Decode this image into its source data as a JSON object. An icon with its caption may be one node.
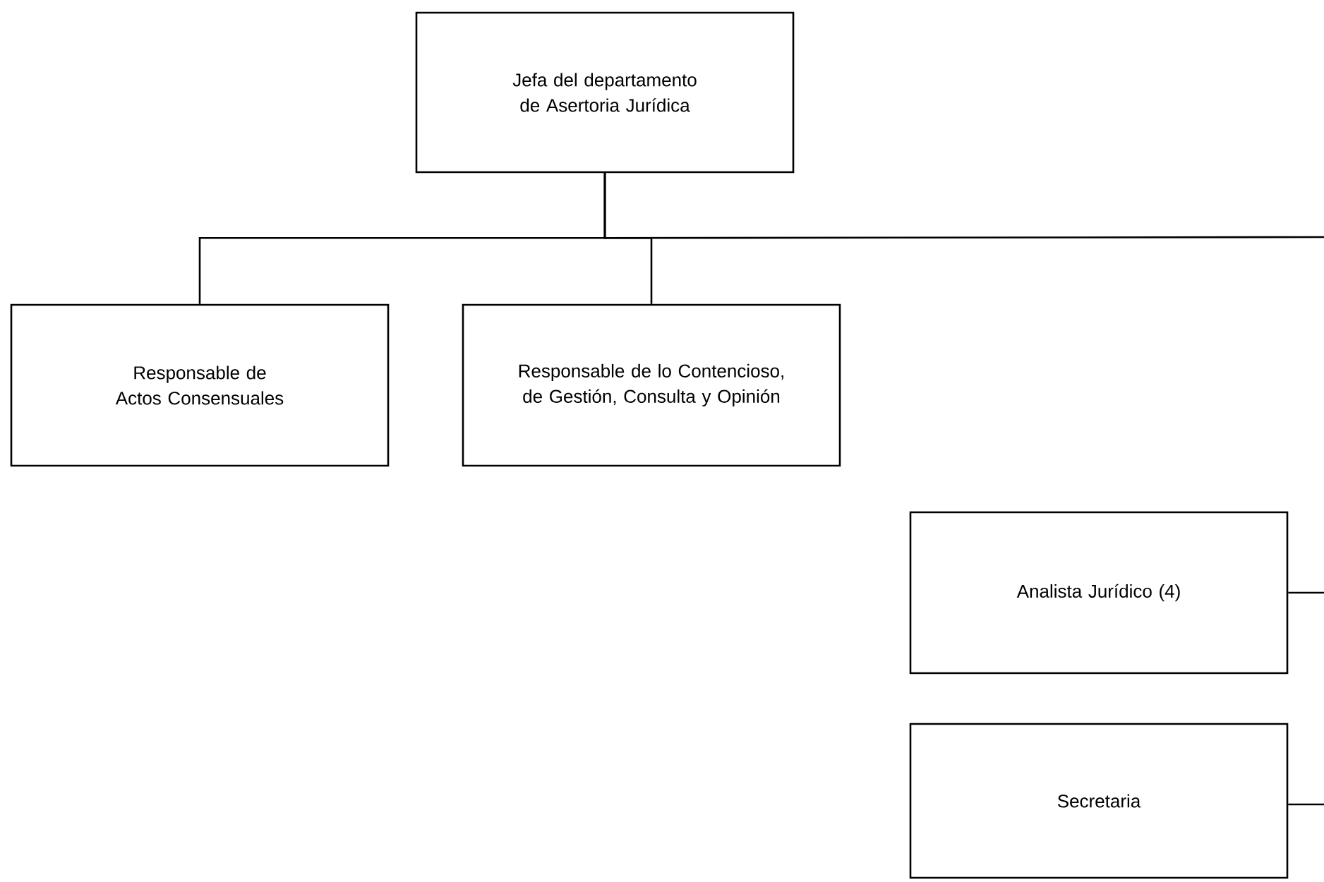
{
  "diagram": {
    "nodes": [
      {
        "text": [
          "Jefa del departamento de Asertoria Jurídica"
        ]
      },
      {
        "text": [
          "Responsable de Actos Consensuales"
        ]
      },
      {
        "text": [
          "Responsable de lo Contencioso, de Gestión, Consulta y Opinión"
        ]
      },
      {
        "text": [
          "Analista Jurídico (4)"
        ]
      },
      {
        "text": [
          "Secretaria"
        ]
      }
    ],
    "edges": [
      {
        "from": 0,
        "to": 1,
        "arrow": "none"
      },
      {
        "from": 0,
        "to": 2,
        "arrow": "none"
      },
      {
        "from": 0,
        "to": null,
        "arrow": "none"
      },
      {
        "from": 3,
        "to": null,
        "arrow": "none"
      },
      {
        "from": 4,
        "to": null,
        "arrow": "none"
      }
    ]
  }
}
